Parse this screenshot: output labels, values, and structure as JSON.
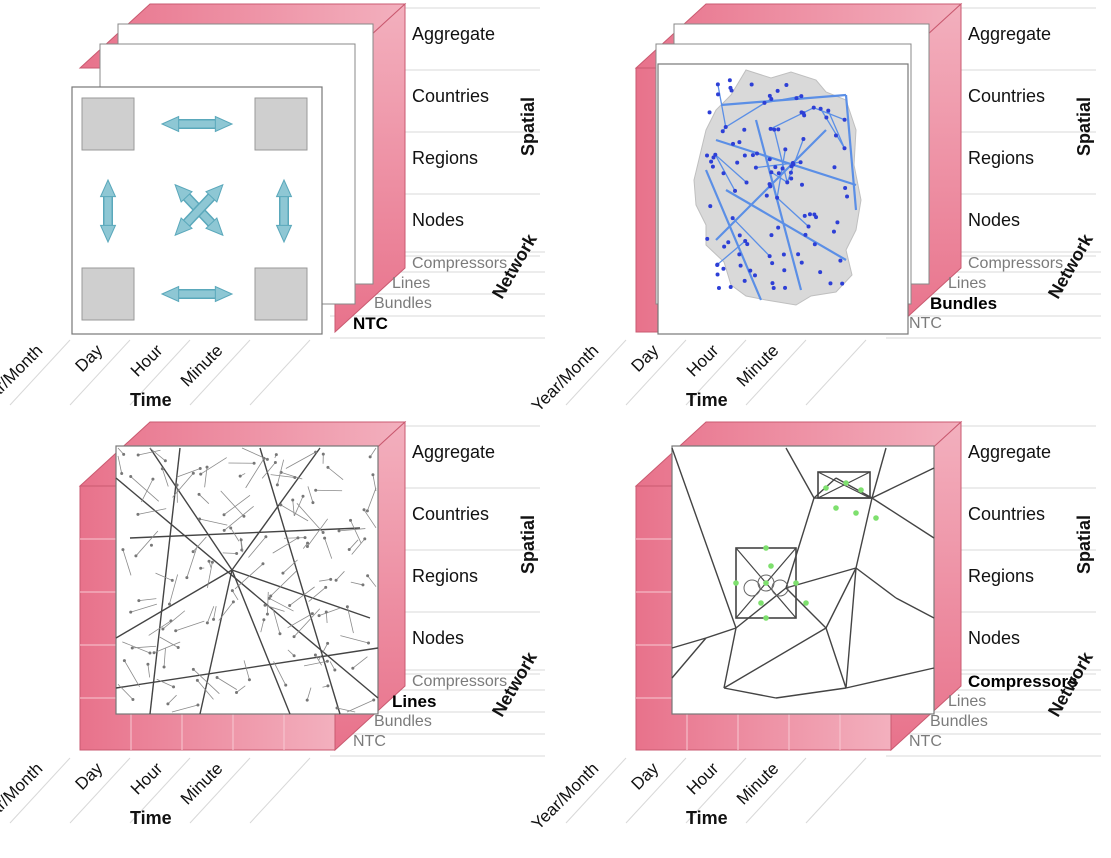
{
  "axes": {
    "spatial_title": "Spatial",
    "network_title": "Network",
    "time_title": "Time",
    "spatial_levels": [
      "Aggregate",
      "Countries",
      "Regions",
      "Nodes"
    ],
    "network_levels": [
      "Compressors",
      "Lines",
      "Bundles",
      "NTC"
    ],
    "time_levels": [
      "Year/Month",
      "Day",
      "Hour",
      "Minute"
    ]
  },
  "panels": [
    {
      "active_network": "NTC",
      "content": "ntc-arrows"
    },
    {
      "active_network": "Bundles",
      "content": "germany-map"
    },
    {
      "active_network": "Lines",
      "content": "line-network"
    },
    {
      "active_network": "Compressors",
      "content": "compressor-schematic"
    }
  ],
  "colors": {
    "pink": "#e8728b",
    "pink_light": "#f3b0be",
    "arrow": "#8ec7d4",
    "map_line": "#5b8fe6",
    "map_fill": "#d9d9d9",
    "compressor_dot": "#7ee06e"
  }
}
